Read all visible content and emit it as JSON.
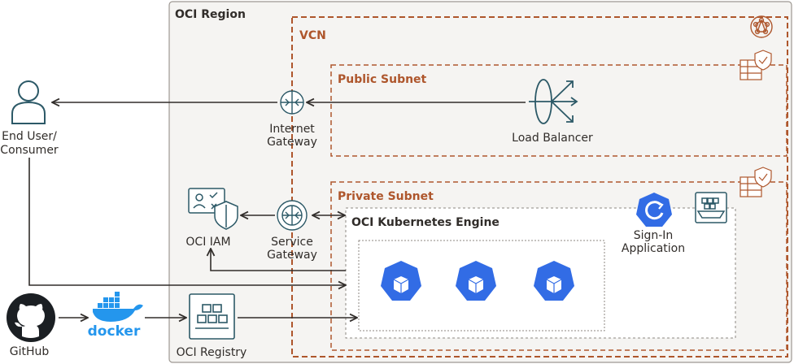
{
  "region": {
    "label": "OCI Region"
  },
  "vcn": {
    "label": "VCN"
  },
  "public_subnet": {
    "label": "Public Subnet"
  },
  "private_subnet": {
    "label": "Private Subnet"
  },
  "oke": {
    "label": "OCI Kubernetes Engine"
  },
  "internet_gateway": {
    "line1": "Internet",
    "line2": "Gateway"
  },
  "service_gateway": {
    "line1": "Service",
    "line2": "Gateway"
  },
  "load_balancer": {
    "label": "Load Balancer"
  },
  "iam": {
    "label": "OCI IAM"
  },
  "registry": {
    "label": "OCI Registry"
  },
  "end_user": {
    "line1": "End User/",
    "line2": "Consumer"
  },
  "github": {
    "label": "GitHub"
  },
  "docker": {
    "label": "docker"
  },
  "sign_in": {
    "line1": "Sign-In",
    "line2": "Application"
  },
  "colors": {
    "region_fill": "#f5f4f2",
    "region_border": "#9e9892",
    "vcn_border": "#ae562c",
    "label_orange": "#ae562c",
    "teal": "#2c5967",
    "kube_blue": "#326ce5",
    "arrow": "#312d2a"
  }
}
